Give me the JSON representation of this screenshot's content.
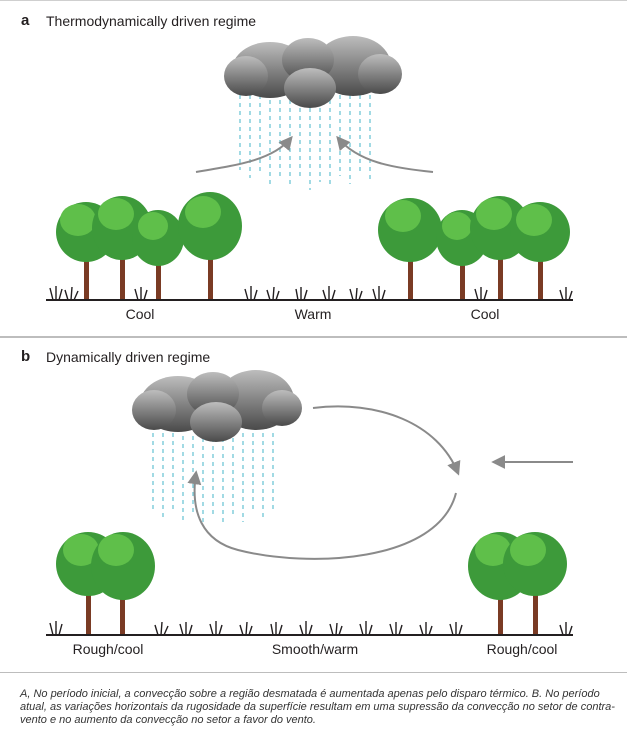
{
  "panel_a": {
    "letter": "a",
    "title": "Thermodynamically driven regime",
    "labels": [
      "Cool",
      "Warm",
      "Cool"
    ]
  },
  "panel_b": {
    "letter": "b",
    "title": "Dynamically driven regime",
    "labels": [
      "Rough/cool",
      "Smooth/warm",
      "Rough/cool"
    ]
  },
  "caption": "A, No período inicial, a convecção sobre a região desmatada é aumentada apenas pelo disparo térmico. B. No período atual, as variações horizontais da rugosidade da superfície resultam em uma supressão da convecção no setor de contra-vento e no aumento da convecção no setor a favor do vento.",
  "colors": {
    "cloud_dark": "#4a4a4a",
    "cloud_light": "#bdbdbd",
    "rain": "#6fc6d6",
    "tree_green": "#3d9a3a",
    "trunk": "#7a3b24",
    "ground": "#231f20",
    "arrow": "#8a8a8a"
  }
}
